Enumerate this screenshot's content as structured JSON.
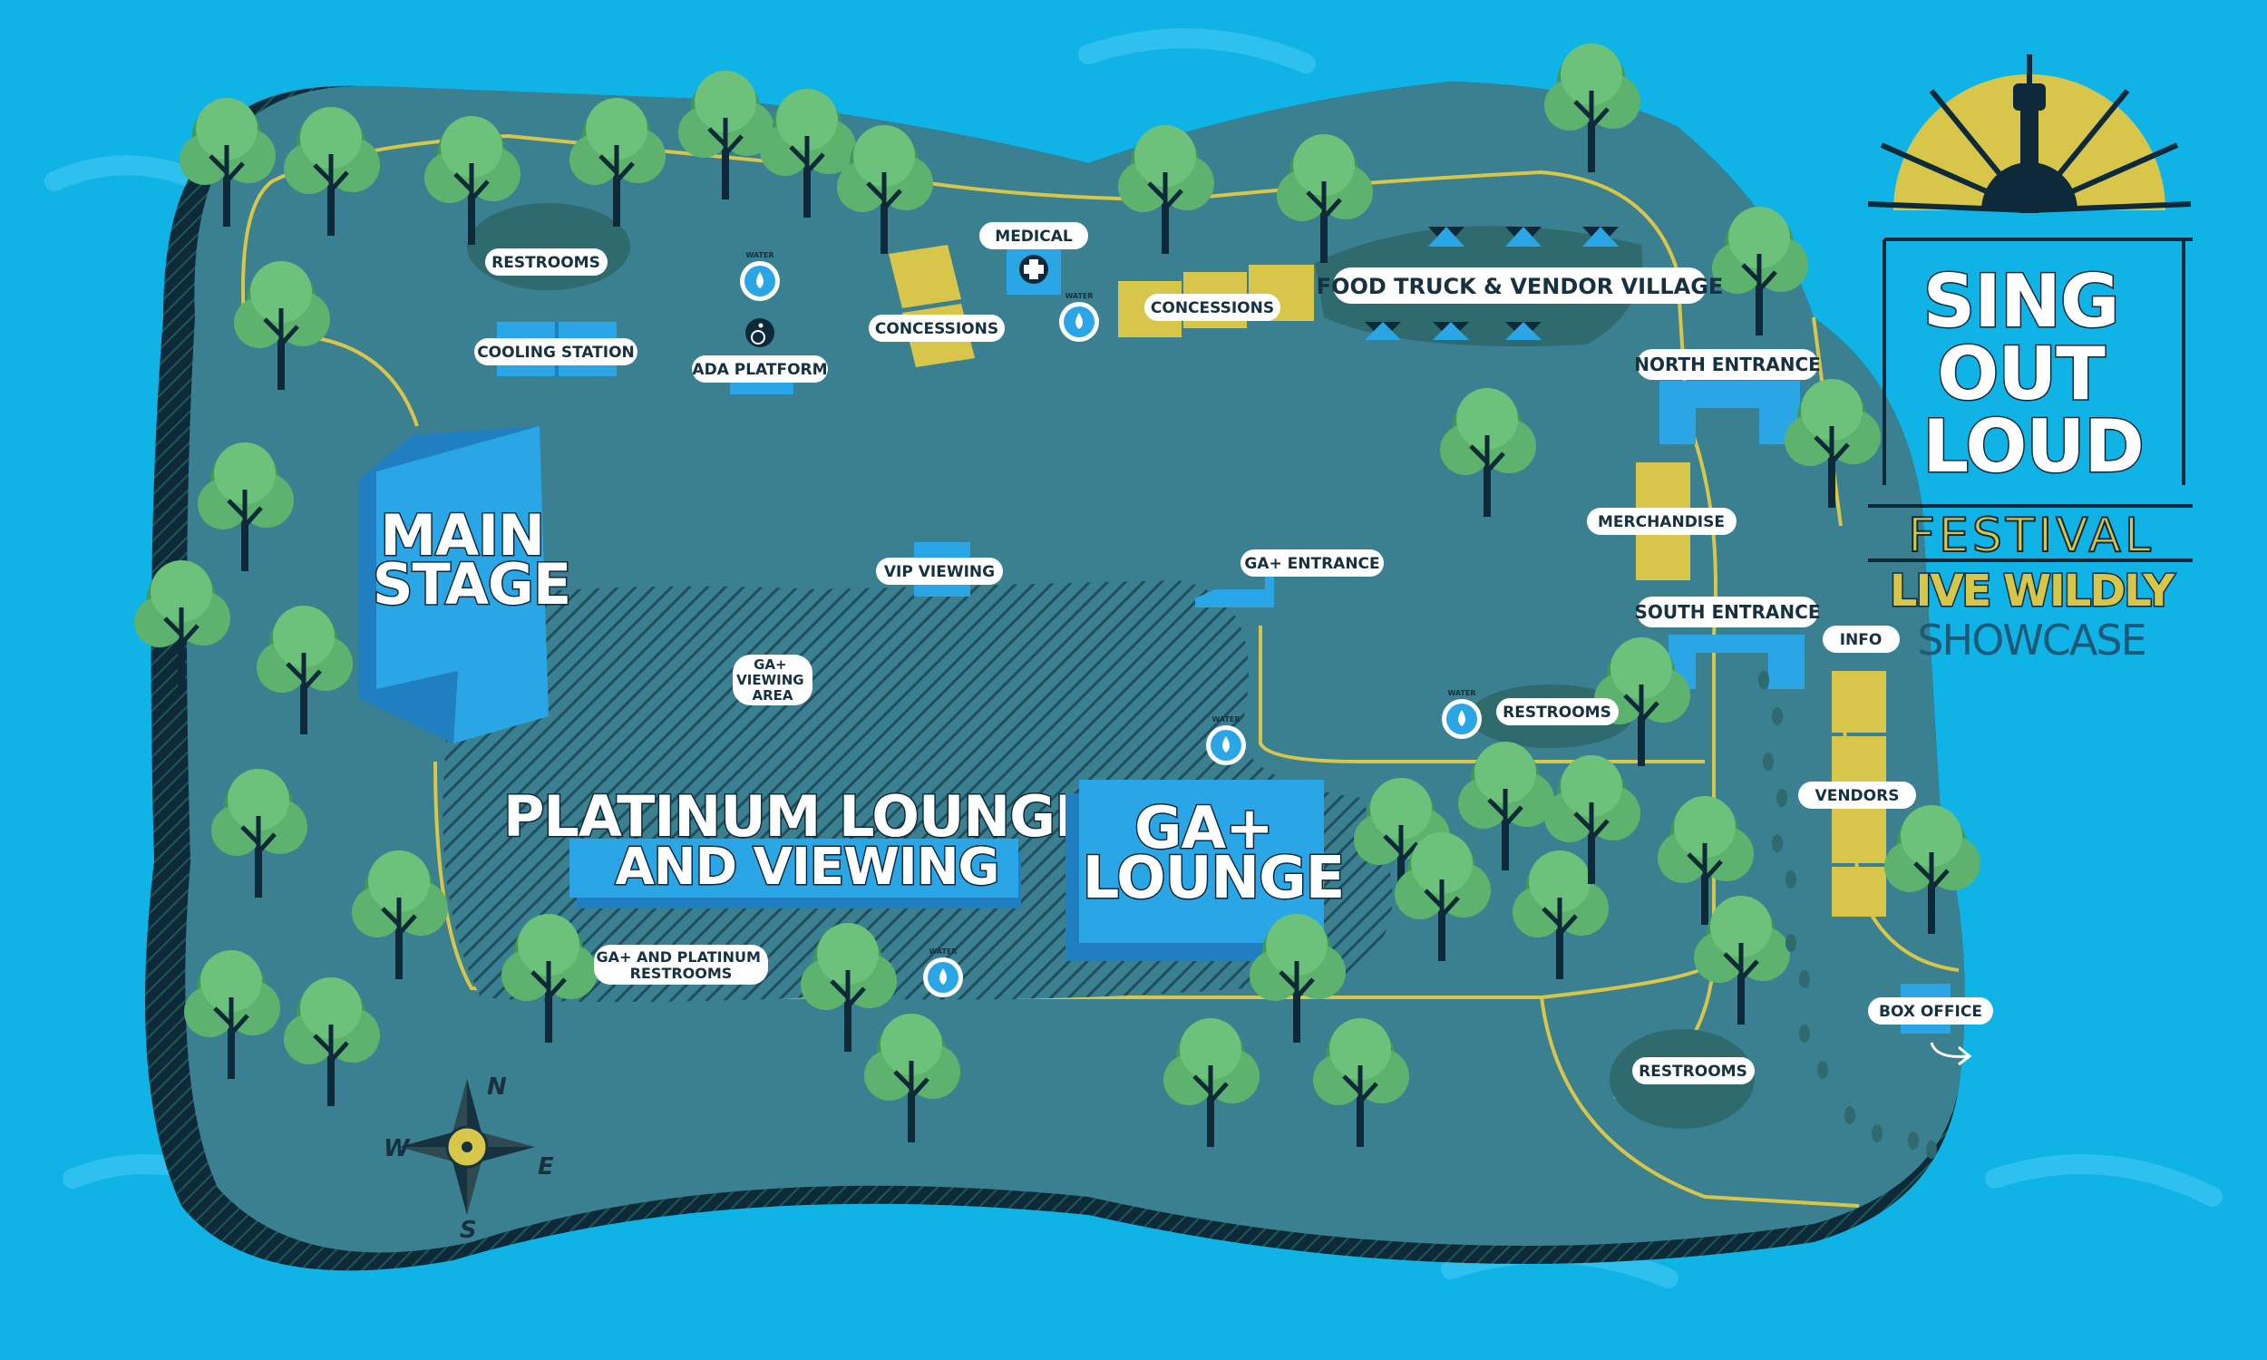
{
  "festival": {
    "title_lines": [
      "SING",
      "OUT",
      "LOUD"
    ],
    "subtitle": "FESTIVAL",
    "sponsor_line1": "LIVE WILDLY",
    "sponsor_line2": "SHOWCASE"
  },
  "stages": {
    "main_stage": [
      "MAIN",
      "STAGE"
    ],
    "platinum_lounge": [
      "PLATINUM LOUNGE",
      "AND VIEWING"
    ],
    "ga_lounge": [
      "GA+",
      "LOUNGE"
    ]
  },
  "labels": {
    "restrooms_nw": "RESTROOMS",
    "cooling_station": "COOLING STATION",
    "ada_platform": "ADA PLATFORM",
    "concessions_1": "CONCESSIONS",
    "medical": "MEDICAL",
    "concessions_2": "CONCESSIONS",
    "food_truck": "FOOD TRUCK & VENDOR VILLAGE",
    "north_entrance": "NORTH ENTRANCE",
    "merchandise": "MERCHANDISE",
    "south_entrance": "SOUTH ENTRANCE",
    "info": "INFO",
    "vendors": "VENDORS",
    "box_office": "BOX OFFICE",
    "restrooms_se": "RESTROOMS",
    "restrooms_e": "RESTROOMS",
    "ga_entrance": "GA+ ENTRANCE",
    "vip_viewing": "VIP VIEWING",
    "ga_viewing_area": [
      "GA+",
      "VIEWING",
      "AREA"
    ],
    "ga_platinum_restrooms": [
      "GA+ AND PLATINUM",
      "RESTROOMS"
    ]
  },
  "water_station_text": "WATER",
  "compass": {
    "n": "N",
    "s": "S",
    "e": "E",
    "w": "W"
  },
  "colors": {
    "water": "#10b3e6",
    "land": "#3b8090",
    "stage": "#2aa6e6",
    "yellow": "#d8c64a",
    "tree": "#5db36d",
    "dark": "#0e2a3a"
  }
}
